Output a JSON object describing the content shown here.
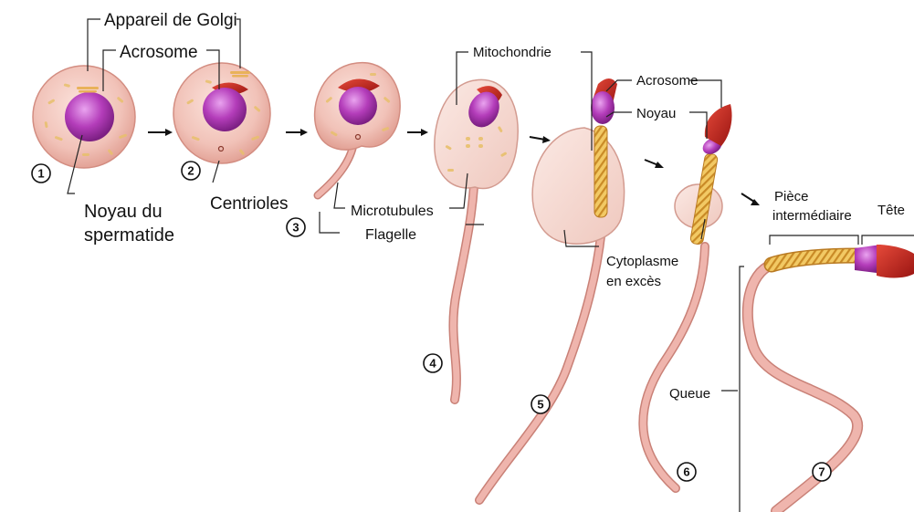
{
  "diagram": {
    "labels": {
      "golgi": "Appareil de Golgi",
      "acrosome_1": "Acrosome",
      "nucleus_line1": "Noyau du",
      "nucleus_line2": "spermatide",
      "centrioles": "Centrioles",
      "microtubules": "Microtubules",
      "flagellum": "Flagelle",
      "mitochondria": "Mitochondrie",
      "acrosome_2": "Acrosome",
      "nucleus_2": "Noyau",
      "cytoplasm_line1": "Cytoplasme",
      "cytoplasm_line2": "en excès",
      "midpiece_line1": "Pièce",
      "midpiece_line2": "intermédiaire",
      "head": "Tête",
      "tail": "Queue"
    },
    "stages": [
      "1",
      "2",
      "3",
      "4",
      "5",
      "6",
      "7"
    ],
    "colors": {
      "cell_cytoplasm": "#f3c9c0",
      "cell_outline": "#d9968a",
      "nucleus": "#b23fb8",
      "acrosome": "#c8231e",
      "mitochondria": "#e6b54a",
      "flagellum": "#efb5ad",
      "flagellum_outline": "#c98177"
    }
  }
}
